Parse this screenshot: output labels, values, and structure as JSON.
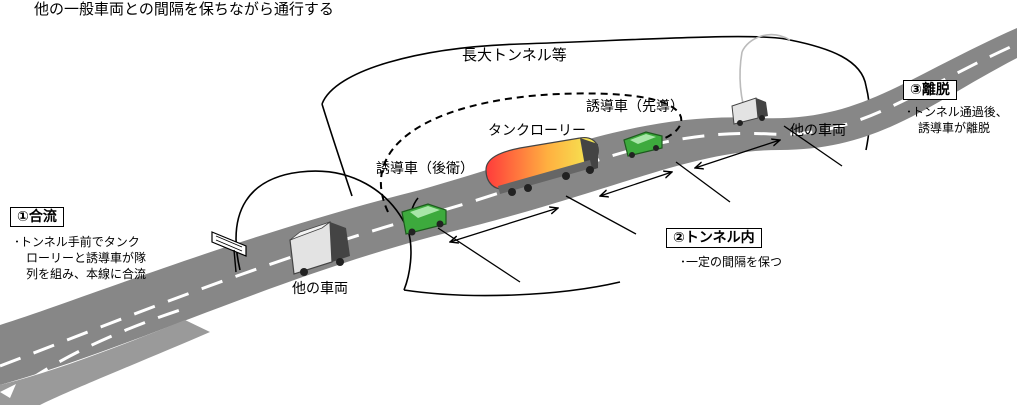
{
  "heading": "他の一般車両との間隔を保ちながら通行する",
  "tunnel_label": "長大トンネル等",
  "labels": {
    "tanker": "タンクローリー",
    "escort_lead": "誘導車（先導）",
    "escort_rear": "誘導車（後衛）",
    "other_vehicle_near": "他の車両",
    "other_vehicle_far": "他の車両"
  },
  "steps": [
    {
      "title": "①合流",
      "note": "･トンネル手前でタンク\n　ローリーと誘導車が隊\n　列を組み、本線に合流"
    },
    {
      "title": "②トンネル内",
      "note": "･一定の間隔を保つ"
    },
    {
      "title": "③離脱",
      "note": "･トンネル通過後、\n　誘導車が離脱"
    }
  ],
  "colors": {
    "road": "#878787",
    "lane_marking": "#ffffff",
    "escort_vehicle": "#3daa3d",
    "tanker_front": "#ff3b3b",
    "tanker_rear": "#f3ef55",
    "truck_cab": "#444444"
  }
}
